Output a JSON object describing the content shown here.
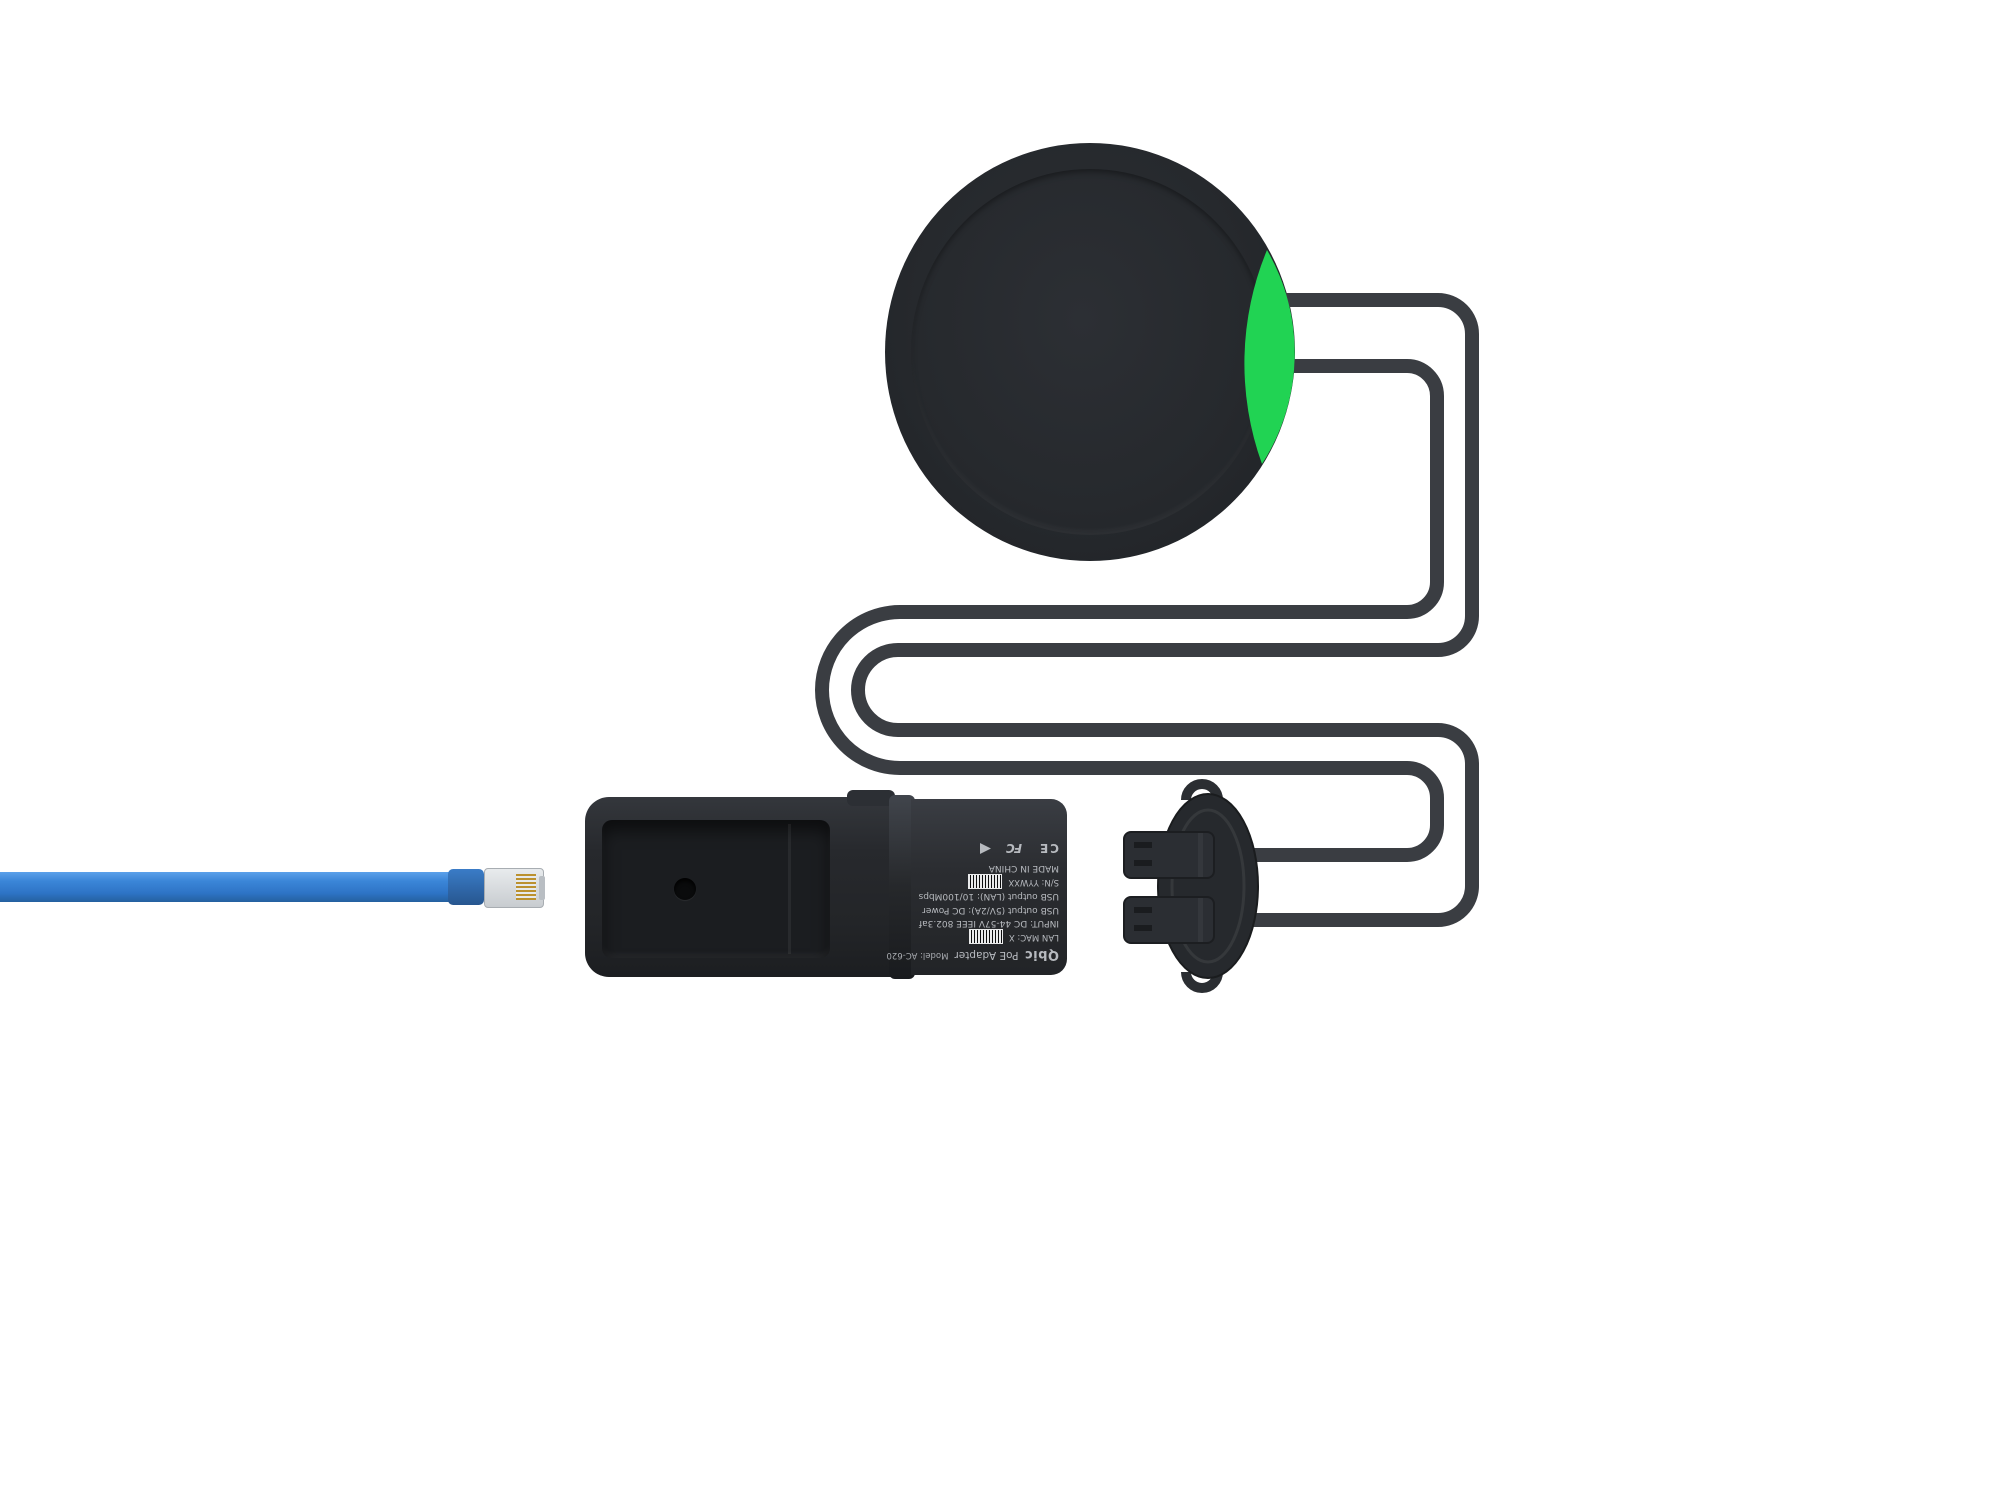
{
  "scene": {
    "background": "#ffffff",
    "subject": "PoE adapter kit with round device, split cable, dual USB plugs, adapter module and blue Ethernet cable"
  },
  "palette": {
    "device_black": "#26292d",
    "accent_green": "#21d353",
    "cable_gray": "#3a3d42",
    "ethernet_blue": "#3581d4",
    "label_text": "#b7babf",
    "barcode_bg": "#e9eaeb"
  },
  "label": {
    "brand": "Qbic",
    "product": "PoE Adapter",
    "model": "Model: AC-620",
    "line_input": "INPUT: DC 44-57V IEEE 802.3af",
    "line_usb_power": "USB output (5V/2A): DC Power",
    "line_usb_lan": "USB output (LAN): 10/100Mbps",
    "serial": "S/N: YYWXX",
    "lan_mac": "LAN MAC: X",
    "made_in": "MADE IN CHINA",
    "mark_ce": "CE",
    "mark_fcc": "FC"
  }
}
